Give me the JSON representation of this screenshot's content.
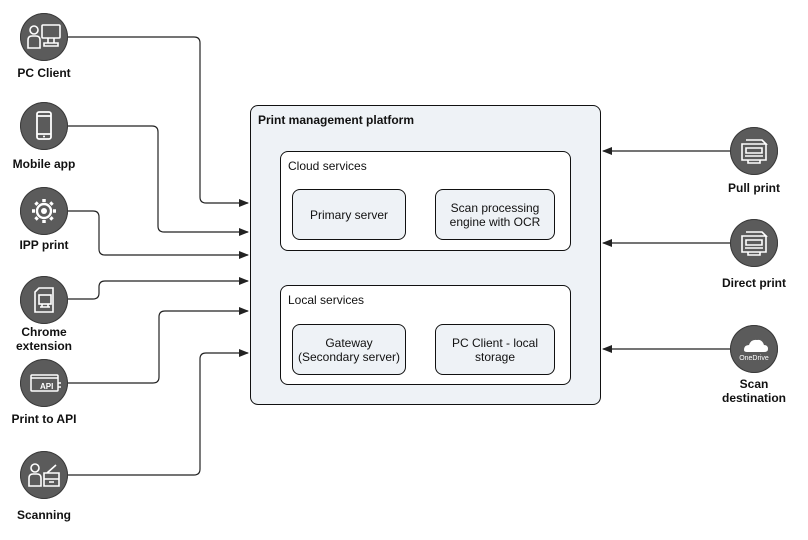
{
  "platform": {
    "title": "Print management platform",
    "cloud": {
      "title": "Cloud services",
      "services": [
        "Primary server",
        "Scan processing\nengine with OCR"
      ]
    },
    "local": {
      "title": "Local services",
      "services": [
        "Gateway\n(Secondary server)",
        "PC Client - local\nstorage"
      ]
    }
  },
  "inputs": [
    {
      "label": "PC Client",
      "icon": "pc-client-icon"
    },
    {
      "label": "Mobile app",
      "icon": "mobile-phone-icon"
    },
    {
      "label": "IPP print",
      "icon": "gear-icon"
    },
    {
      "label": "Chrome\nextension",
      "icon": "chrome-extension-icon"
    },
    {
      "label": "Print to API",
      "icon": "api-icon"
    },
    {
      "label": "Scanning",
      "icon": "scanning-icon"
    }
  ],
  "outputs": [
    {
      "label": "Pull print",
      "icon": "printer-icon"
    },
    {
      "label": "Direct print",
      "icon": "printer-icon"
    },
    {
      "label": "Scan\ndestination",
      "icon": "onedrive-icon",
      "icon_text": "OneDrive"
    }
  ],
  "colors": {
    "node": "#5b5b5b",
    "panel": "#eef2f6",
    "line": "#222222"
  }
}
